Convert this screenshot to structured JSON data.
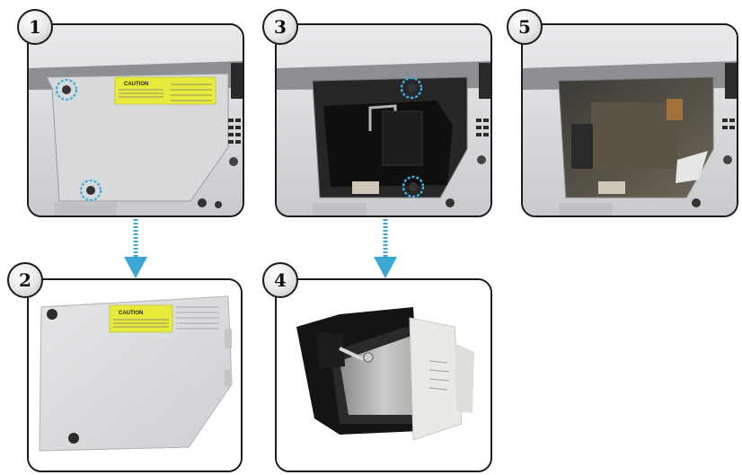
{
  "steps": [
    {
      "number": "1"
    },
    {
      "number": "2"
    },
    {
      "number": "3"
    },
    {
      "number": "4"
    },
    {
      "number": "5"
    }
  ],
  "labels": {
    "caution": "CAUTION"
  },
  "colors": {
    "outline": "#1a1a1a",
    "arrow": "#3aa7d6",
    "screw_marker": "#3fb0e0",
    "caution_label": "#e8ea3c",
    "projector_body": "#d9dadc",
    "lamp_module": "#151515"
  }
}
